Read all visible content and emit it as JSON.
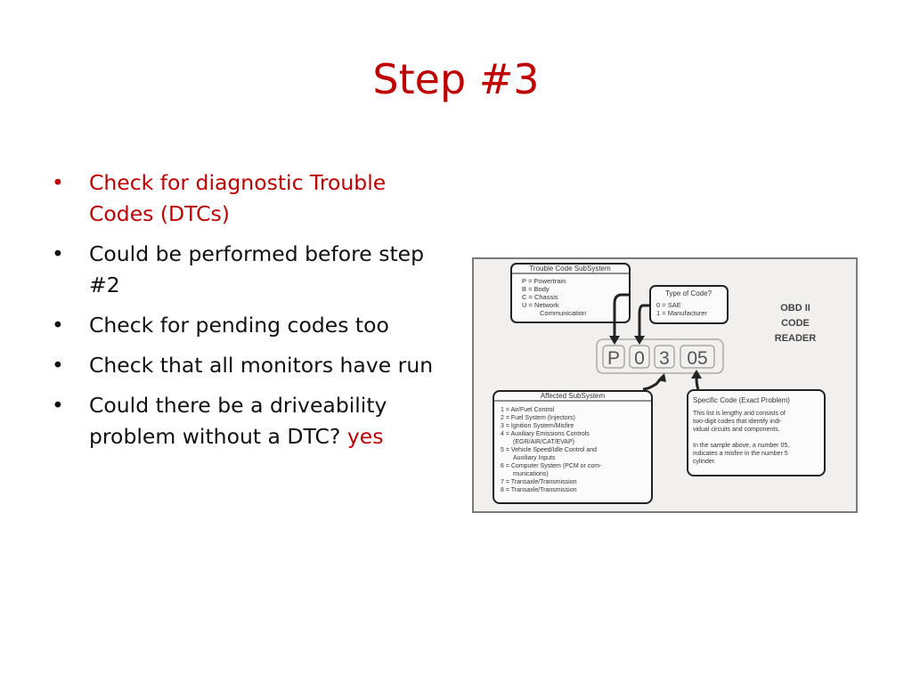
{
  "slide": {
    "title": "Step #3",
    "bullets": [
      {
        "text": "Check for diagnostic Trouble Codes (DTCs)"
      },
      {
        "text": "Could be performed before step #2"
      },
      {
        "text": "Check for pending codes too"
      },
      {
        "text": "Check that all monitors have run"
      },
      {
        "text": "Could there be a driveability problem without a DTC?",
        "answer": "yes"
      }
    ]
  },
  "figure": {
    "trouble_code_box": {
      "title": "Trouble Code SubSystem",
      "lines": [
        "P = Powertrain",
        "B = Body",
        "C = Chassis",
        "U = Network",
        "Communication"
      ]
    },
    "type_of_code_box": {
      "title": "Type of Code?",
      "lines": [
        "0 = SAE",
        "1 = Manufacturer"
      ]
    },
    "reader_label": [
      "OBD II",
      "CODE",
      "READER"
    ],
    "code_chars": [
      "P",
      "0",
      "3",
      "05"
    ],
    "affected_box": {
      "title": "Affected SubSystem",
      "lines": [
        "1 = Air/Fuel Control",
        "2 = Fuel System (Injectors)",
        "3 = Ignition System/Misfire",
        "4 = Auxiliary Emissions Controls",
        "(EGR/AIR/CAT/EVAP)",
        "5 = Vehicle Speed/Idle Control and",
        "Auxiliary Inputs",
        "6 = Computer System (PCM or com-",
        "munications)",
        "7 = Transaxle/Transmission",
        "8 = Transaxle/Transmission"
      ]
    },
    "specific_box": {
      "title": "Specific Code (Exact Problem)",
      "lines": [
        "This list is lengthy and consists of",
        "two-digit codes that identify indi-",
        "vidual circuits and components.",
        "",
        "In the sample above, a number 05,",
        "indicates a misfire in the number 5",
        "cylinder."
      ]
    }
  }
}
